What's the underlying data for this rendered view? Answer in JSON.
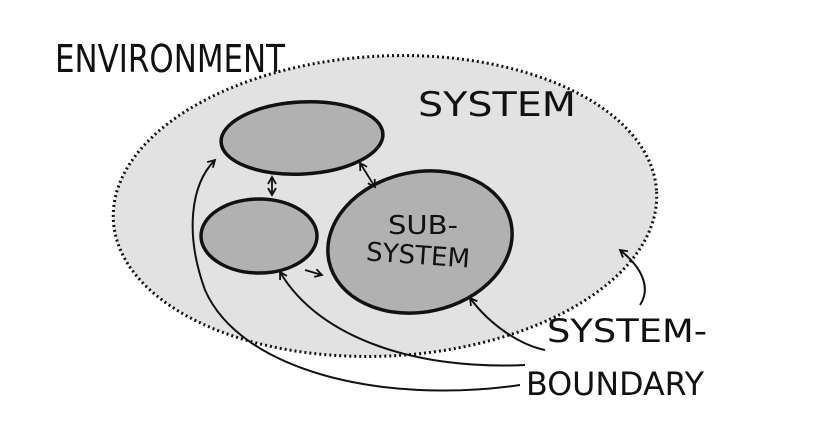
{
  "labels": {
    "environment": "ENVIRONMENT",
    "system": "SYSTEM",
    "subsystem_line1": "SUB-",
    "subsystem_line2": "SYSTEM",
    "boundary_line1": "SYSTEM-",
    "boundary_line2": "BOUNDARY"
  },
  "colors": {
    "system_fill": "#e2e2e2",
    "subsystem_fill": "#b1b1b1",
    "stroke": "#111111"
  }
}
